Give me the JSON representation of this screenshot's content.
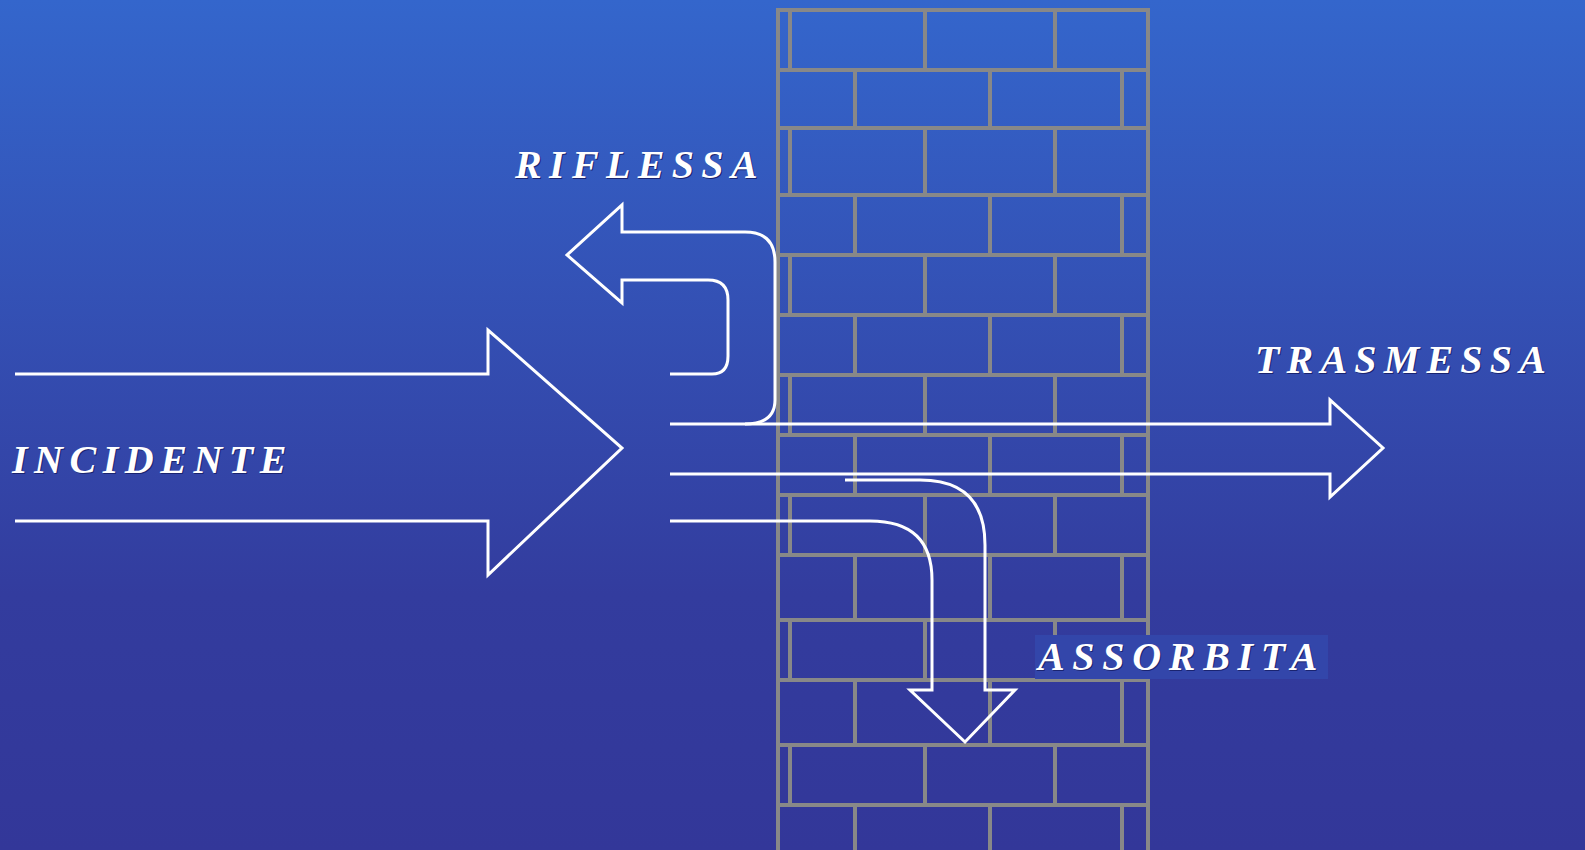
{
  "diagram": {
    "labels": [
      "RIFLESSA",
      "INCIDENTE",
      "TRASMESSA",
      "ASSORBITA"
    ]
  }
}
